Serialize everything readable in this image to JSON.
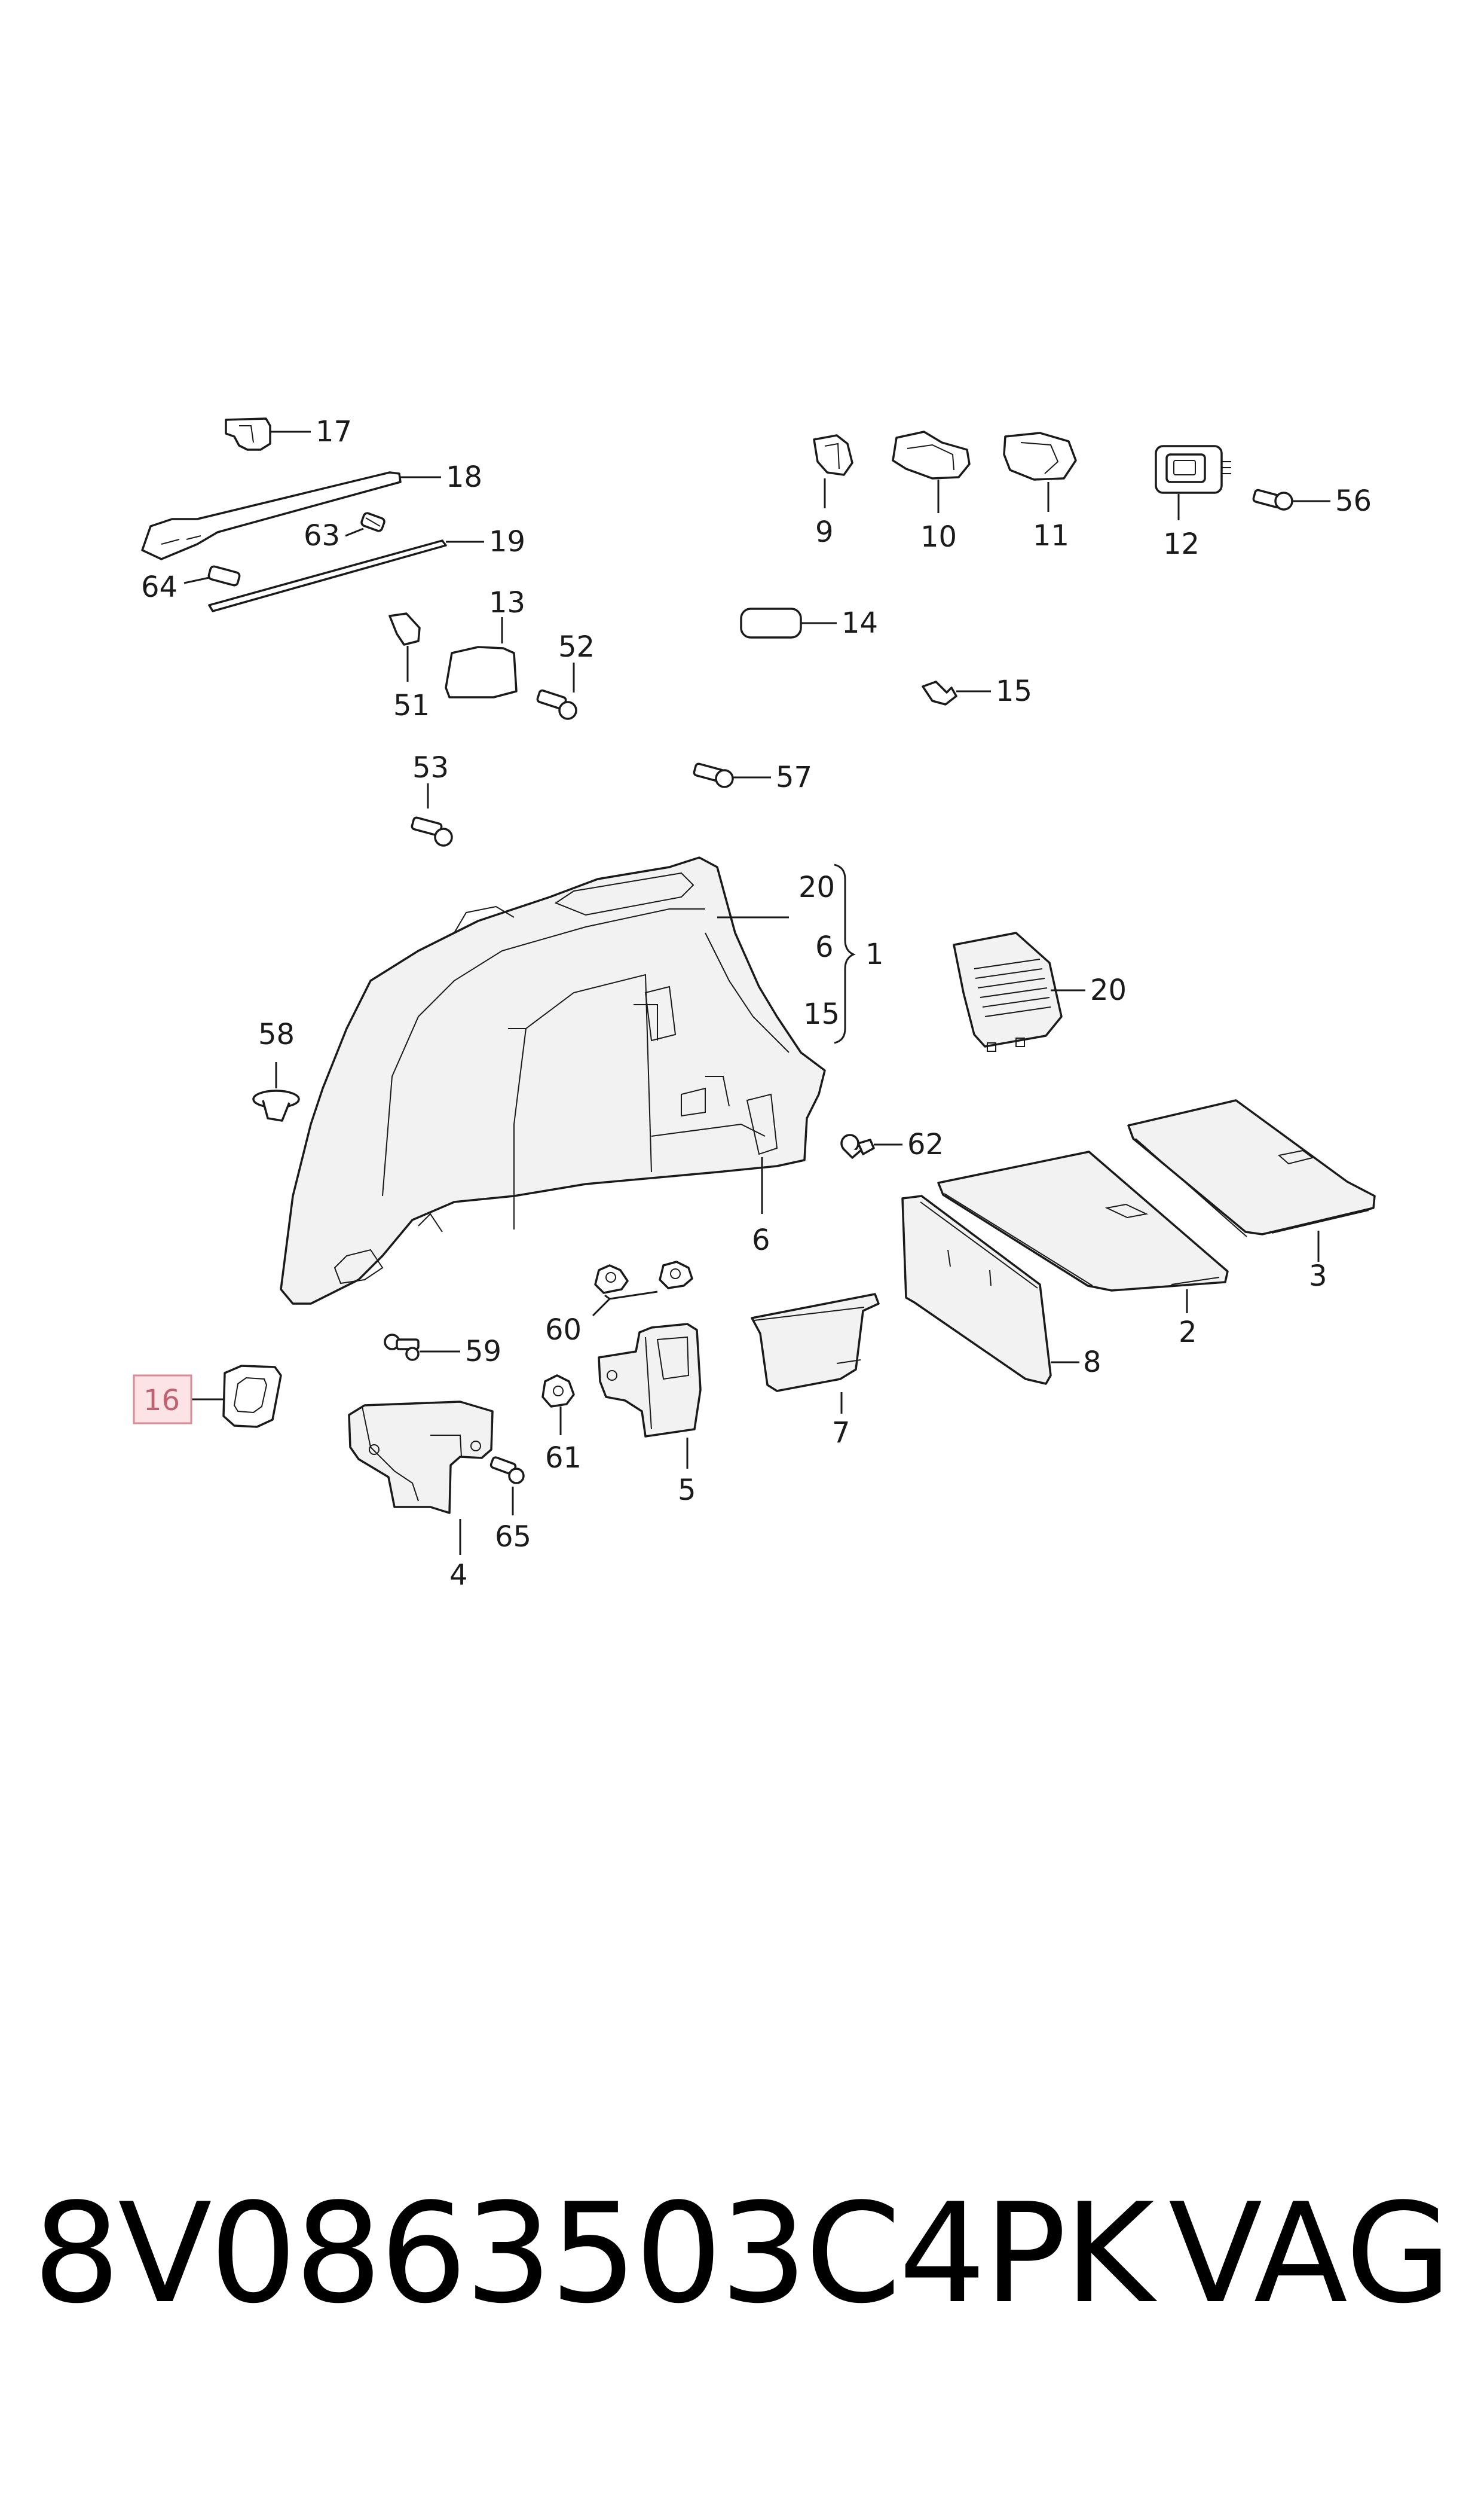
{
  "labels": {
    "l1": "1",
    "l2": "2",
    "l3": "3",
    "l4": "4",
    "l5": "5",
    "l6a": "6",
    "l6b": "6",
    "l7": "7",
    "l8": "8",
    "l9": "9",
    "l10": "10",
    "l11": "11",
    "l12": "12",
    "l13": "13",
    "l14": "14",
    "l15a": "15",
    "l15b": "15",
    "l16": "16",
    "l17": "17",
    "l18": "18",
    "l19": "19",
    "l20a": "20",
    "l20b": "20",
    "l51": "51",
    "l52": "52",
    "l53": "53",
    "l56": "56",
    "l57": "57",
    "l58": "58",
    "l59": "59",
    "l60": "60",
    "l61": "61",
    "l62": "62",
    "l63": "63",
    "l64": "64",
    "l65": "65"
  },
  "highlight": {
    "label": "16",
    "color": "#e8a0a8",
    "fill": "#fbe3e6"
  },
  "footer": {
    "part_number": "8V0863503C4PK",
    "brand": "VAG"
  }
}
